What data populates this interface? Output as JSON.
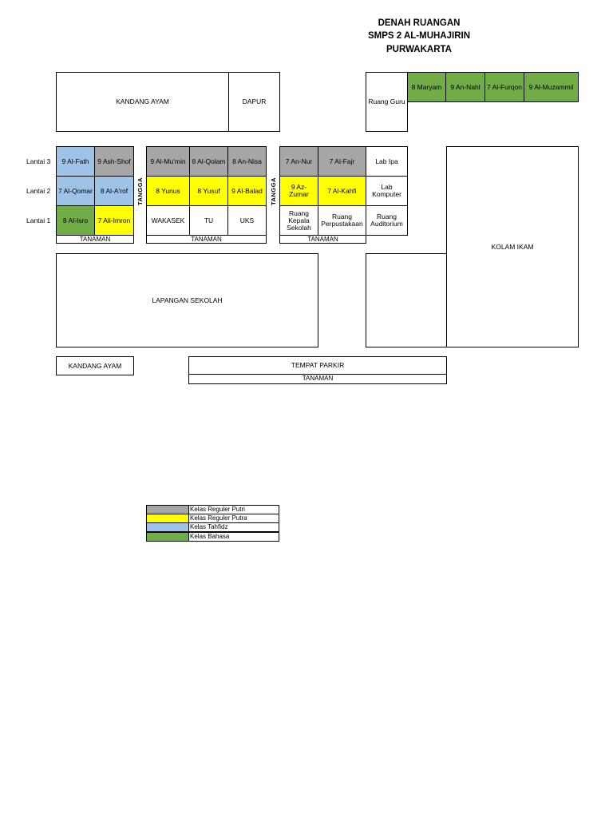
{
  "title": {
    "line1": "DENAH RUANGAN",
    "line2": "SMPS 2 AL-MUHAJIRIN",
    "line3": "PURWAKARTA"
  },
  "top": {
    "kandang_ayam": "KANDANG AYAM",
    "dapur": "DAPUR",
    "ruang_guru": "Ruang Guru",
    "bahasa_classes": [
      "8 Maryam",
      "9 An-Nahl",
      "7 Al-Furqon",
      "9 Al-Muzammil"
    ]
  },
  "floors": [
    "Lantai 3",
    "Lantai 2",
    "Lantai 1"
  ],
  "stair_label": "TANGGA",
  "block_a": {
    "r3": [
      "9 Al-Fath",
      "9 Ash-Shof"
    ],
    "r2": [
      "7 Al-Qomar",
      "8 Al-A'rof"
    ],
    "r1": [
      "8 Al-Isro",
      "7 Ali-Imron"
    ]
  },
  "block_b": {
    "r3": [
      "9 Al-Mu'min",
      "8 Al-Qolam",
      "8 An-Nisa"
    ],
    "r2": [
      "8 Yunus",
      "8 Yusuf",
      "9 Al-Balad"
    ],
    "r1": [
      "WAKASEK",
      "TU",
      "UKS"
    ]
  },
  "block_c": {
    "r3": [
      "7 An-Nur",
      "7 Al-Fajr",
      "Lab Ipa"
    ],
    "r2": [
      "9 Az-Zumar",
      "7 Al-Kahfi",
      "Lab Komputer"
    ],
    "r1": [
      "Ruang Kepala Sekolah",
      "Ruang Perpustakaan",
      "Ruang Auditorium"
    ]
  },
  "tanaman": "TANAMAN",
  "kolam": "KOLAM IKAM",
  "lapangan": "LAPANGAN SEKOLAH",
  "kandang_ayam_bottom": "KANDANG AYAM",
  "parkir": "TEMPAT PARKIR",
  "legend": [
    {
      "label": "Kelas Reguler Putri",
      "color": "#a6a6a6"
    },
    {
      "label": "Kelas Reguler Putra",
      "color": "#ffff00"
    },
    {
      "label": "Kelas Tahfidz",
      "color": "#9dc3e6"
    },
    {
      "label": "Kelas Bahasa",
      "color": "#70ad47"
    }
  ]
}
